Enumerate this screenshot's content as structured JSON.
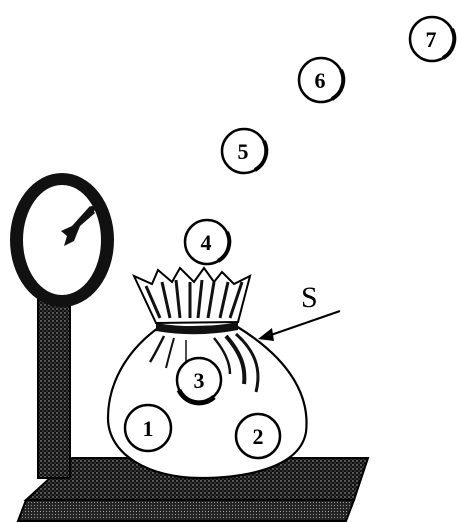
{
  "figure": {
    "label_s": "S",
    "balls": [
      {
        "number": "1"
      },
      {
        "number": "2"
      },
      {
        "number": "3"
      },
      {
        "number": "4"
      },
      {
        "number": "5"
      },
      {
        "number": "6"
      },
      {
        "number": "7"
      }
    ]
  }
}
